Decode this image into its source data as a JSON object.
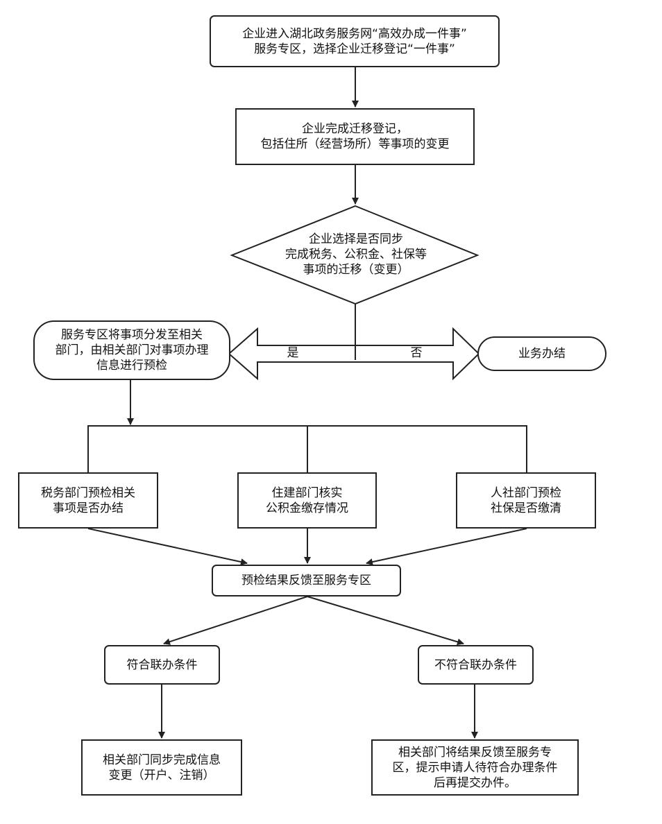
{
  "nodes": {
    "start": [
      "企业进入湖北政务服务网“高效办成一件事”",
      "服务专区，选择企业迁移登记“一件事”"
    ],
    "migration": [
      "企业完成迁移登记，",
      "包括住所（经营场所）等事项的变更"
    ],
    "decision": [
      "企业选择是否同步",
      "完成税务、公积金、社保等",
      "事项的迁移（变更）"
    ],
    "dispatch": [
      "服务专区将事项分发至相关",
      "部门，由相关部门对事项办理",
      "信息进行预检"
    ],
    "done": "业务办结",
    "tax": [
      "税务部门预检相关",
      "事项是否办结"
    ],
    "housing": [
      "住建部门核实",
      "公积金缴存情况"
    ],
    "social": [
      "人社部门预检",
      "社保是否缴清"
    ],
    "feedback": "预检结果反馈至服务专区",
    "eligible": "符合联办条件",
    "ineligible": "不符合联办条件",
    "eligible_result": [
      "相关部门同步完成信息",
      "变更（开户、注销）"
    ],
    "ineligible_result": [
      "相关部门将结果反馈至服务专",
      "区，提示申请人待符合办理条件",
      "后再提交办件。"
    ]
  },
  "branch_labels": {
    "yes": "是",
    "no": "否"
  }
}
